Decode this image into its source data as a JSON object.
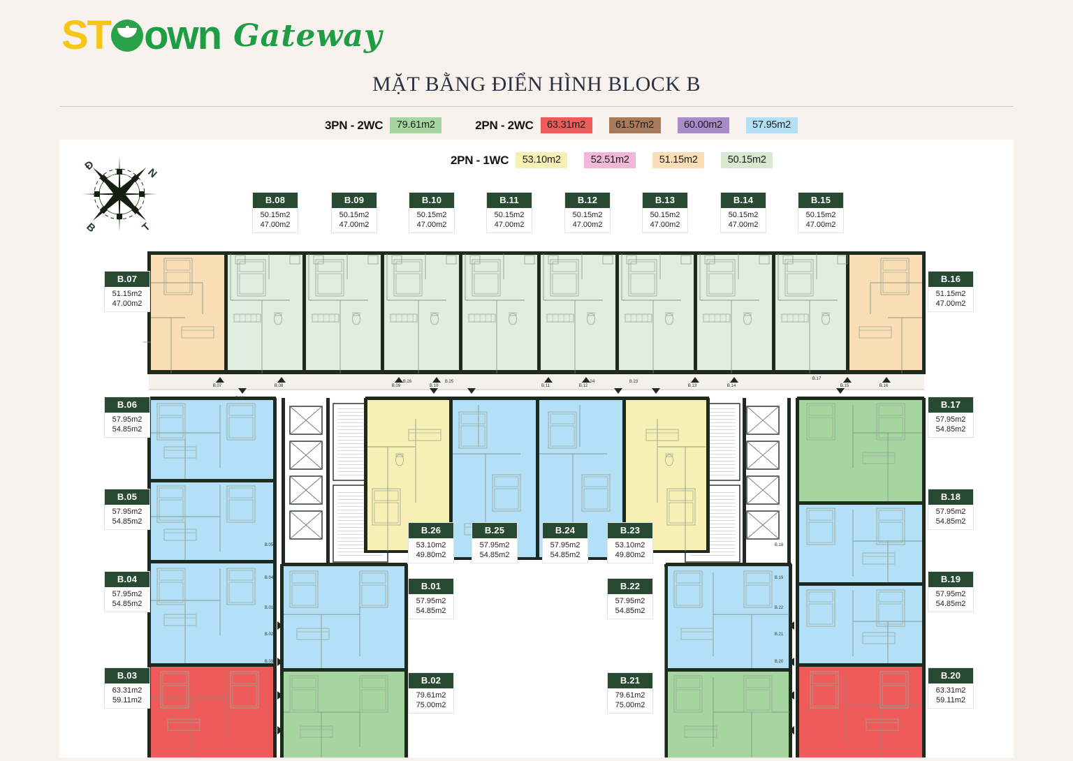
{
  "brand": {
    "word_st": "ST",
    "word_own": "own",
    "tagline": "Gateway",
    "leaf_icon": "leaf-circle-icon"
  },
  "header": {
    "title": "MẶT BẰNG ĐIỂN HÌNH BLOCK B"
  },
  "compass": {
    "icon": "compass-rose-icon",
    "north": "N",
    "east": "Đ",
    "west": "T",
    "south": "B"
  },
  "legend": {
    "rows": [
      {
        "label": "3PN - 2WC",
        "items": [
          {
            "area": "79.61m2",
            "color": "#a5d6a0"
          }
        ]
      },
      {
        "label": "2PN - 2WC",
        "items": [
          {
            "area": "63.31m2",
            "color": "#ef5a5a"
          },
          {
            "area": "61.57m2",
            "color": "#a8795b"
          },
          {
            "area": "60.00m2",
            "color": "#a78cc9"
          },
          {
            "area": "57.95m2",
            "color": "#b3e0f6"
          }
        ]
      },
      {
        "label": "2PN - 1WC",
        "items": [
          {
            "area": "53.10m2",
            "color": "#f7f0b4"
          },
          {
            "area": "52.51m2",
            "color": "#f0b7d8"
          },
          {
            "area": "51.15m2",
            "color": "#fadfb6"
          },
          {
            "area": "50.15m2",
            "color": "#d9e9d1"
          }
        ]
      }
    ]
  },
  "units": {
    "top": [
      {
        "id": "B.08",
        "gross": "50.15m2",
        "net": "47.00m2"
      },
      {
        "id": "B.09",
        "gross": "50.15m2",
        "net": "47.00m2"
      },
      {
        "id": "B.10",
        "gross": "50.15m2",
        "net": "47.00m2"
      },
      {
        "id": "B.11",
        "gross": "50.15m2",
        "net": "47.00m2"
      },
      {
        "id": "B.12",
        "gross": "50.15m2",
        "net": "47.00m2"
      },
      {
        "id": "B.13",
        "gross": "50.15m2",
        "net": "47.00m2"
      },
      {
        "id": "B.14",
        "gross": "50.15m2",
        "net": "47.00m2"
      },
      {
        "id": "B.15",
        "gross": "50.15m2",
        "net": "47.00m2"
      }
    ],
    "left": [
      {
        "id": "B.07",
        "gross": "51.15m2",
        "net": "47.00m2"
      },
      {
        "id": "B.06",
        "gross": "57.95m2",
        "net": "54.85m2"
      },
      {
        "id": "B.05",
        "gross": "57.95m2",
        "net": "54.85m2"
      },
      {
        "id": "B.04",
        "gross": "57.95m2",
        "net": "54.85m2"
      },
      {
        "id": "B.03",
        "gross": "63.31m2",
        "net": "59.11m2"
      }
    ],
    "right": [
      {
        "id": "B.16",
        "gross": "51.15m2",
        "net": "47.00m2"
      },
      {
        "id": "B.17",
        "gross": "57.95m2",
        "net": "54.85m2"
      },
      {
        "id": "B.18",
        "gross": "57.95m2",
        "net": "54.85m2"
      },
      {
        "id": "B.19",
        "gross": "57.95m2",
        "net": "54.85m2"
      },
      {
        "id": "B.20",
        "gross": "63.31m2",
        "net": "59.11m2"
      }
    ],
    "center": [
      {
        "id": "B.26",
        "gross": "53.10m2",
        "net": "49.80m2"
      },
      {
        "id": "B.25",
        "gross": "57.95m2",
        "net": "54.85m2"
      },
      {
        "id": "B.24",
        "gross": "57.95m2",
        "net": "54.85m2"
      },
      {
        "id": "B.23",
        "gross": "53.10m2",
        "net": "49.80m2"
      },
      {
        "id": "B.01",
        "gross": "57.95m2",
        "net": "54.85m2"
      },
      {
        "id": "B.22",
        "gross": "57.95m2",
        "net": "54.85m2"
      },
      {
        "id": "B.02",
        "gross": "79.61m2",
        "net": "75.00m2"
      },
      {
        "id": "B.21",
        "gross": "79.61m2",
        "net": "75.00m2"
      }
    ]
  },
  "door_markers": [
    "B.07",
    "B.08",
    "B.09",
    "B.10",
    "B.11",
    "B.12",
    "B.13",
    "B.14",
    "B.15",
    "B.16",
    "B.06",
    "B.05",
    "B.04",
    "B.03",
    "B.02",
    "B.01",
    "B.26",
    "B.25",
    "B.24",
    "B.23",
    "B.22",
    "B.21",
    "B.20",
    "B.19",
    "B.18",
    "B.17"
  ],
  "palette": {
    "wall": "#1e2a1e",
    "furniture_line": "#9aa89a",
    "panel_bg": "#ffffff",
    "page_bg": "#f7f2ed",
    "tag_header": "#284a33",
    "title_color": "#2a3142"
  }
}
